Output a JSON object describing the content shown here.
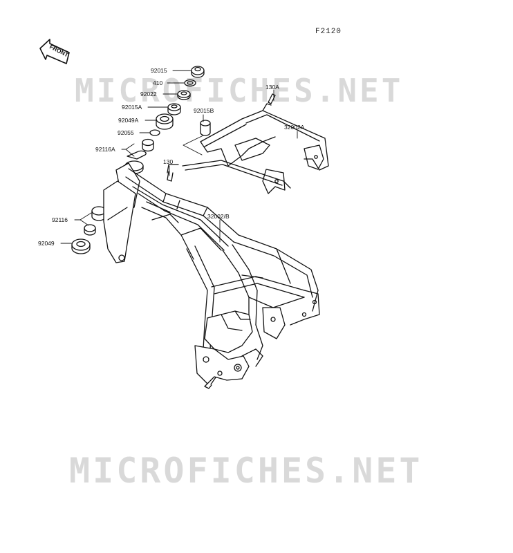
{
  "figure_id": "F2120",
  "front_badge": "FRONT",
  "watermark": "MICROFICHES.NET",
  "callouts": {
    "p92015": "92015",
    "p410": "410",
    "p92022": "92022",
    "p92015A": "92015A",
    "p92049A": "92049A",
    "p92055": "92055",
    "p92116A": "92116A",
    "p92015B": "92015B",
    "p130A": "130A",
    "p32002A": "32002A",
    "p130": "130",
    "p92116": "92116",
    "p92049": "92049",
    "p32002B": "32002/B"
  },
  "colors": {
    "line": "#111111",
    "watermark": "#d9d9d9",
    "background": "#ffffff"
  }
}
